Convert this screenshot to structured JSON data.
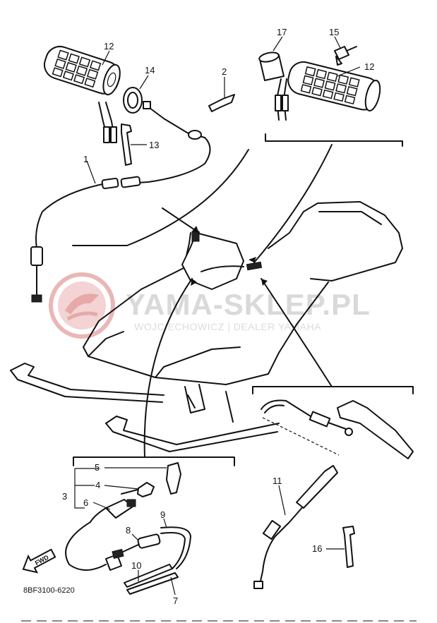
{
  "watermark": {
    "brand": "YAMA-SKLEP.PL",
    "subtitle": "WOJCIECHOWICZ | DEALER YAMAHA",
    "logo_color": "#e5a0a0"
  },
  "figure_code": "8BF3100-6220",
  "fwd_label": "FWD",
  "callouts": {
    "c1": "1",
    "c2": "2",
    "c3": "3",
    "c4": "4",
    "c5": "5",
    "c6": "6",
    "c7": "7",
    "c8": "8",
    "c9": "9",
    "c10": "10",
    "c11": "11",
    "c12a": "12",
    "c12b": "12",
    "c13": "13",
    "c14": "14",
    "c15": "15",
    "c16": "16",
    "c17": "17"
  }
}
